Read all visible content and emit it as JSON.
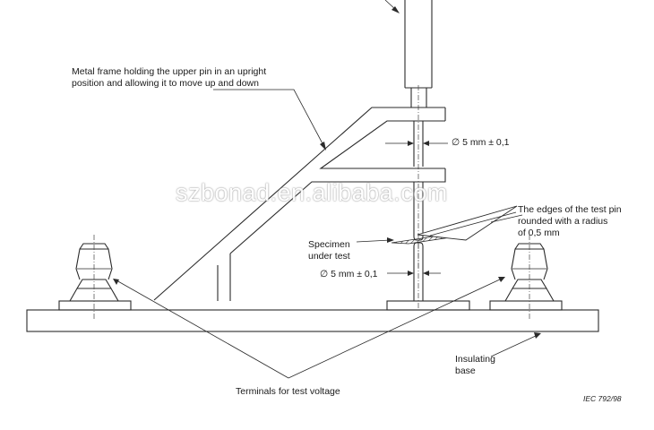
{
  "labels": {
    "frame": [
      "Metal frame holding the upper pin in an upright",
      "position and allowing it to move up and down"
    ],
    "dia_upper": "∅ 5 mm ± 0,1",
    "dia_lower": "∅ 5 mm ± 0,1",
    "edges": [
      "The edges of the test pin",
      "rounded with a radius",
      "of 0,5 mm"
    ],
    "specimen": [
      "Specimen",
      "under test"
    ],
    "insulating": [
      "Insulating",
      "base"
    ],
    "terminals": "Terminals for test voltage",
    "figure_id": "IEC   792/98"
  },
  "watermark": "szbonad.en.alibaba.com"
}
